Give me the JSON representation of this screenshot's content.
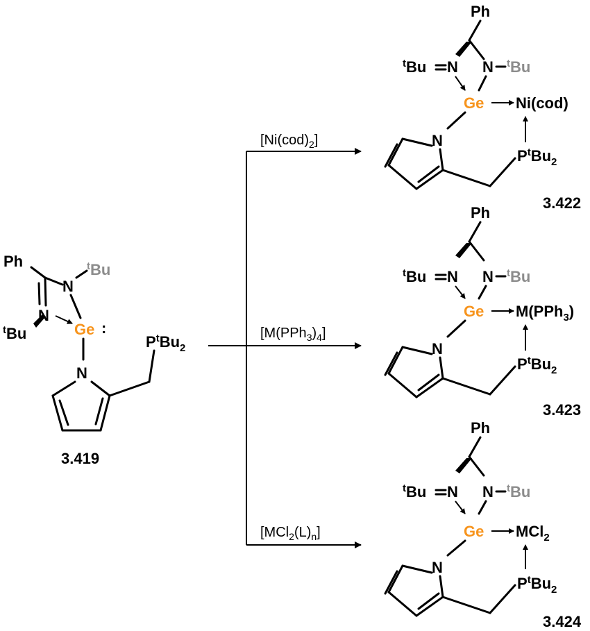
{
  "colors": {
    "germanium": "#f7941d",
    "tBu_gray": "#8c8c8c",
    "bonds": "#000000",
    "background": "#ffffff"
  },
  "reactant": {
    "label": "3.419",
    "Ph": "Ph",
    "N1": "N",
    "N2": "N",
    "tBu_sup": "t",
    "tBu_base": "Bu",
    "Ge": "Ge",
    "lone_pair": ":",
    "P": "P",
    "P_tBu2_sup": "t",
    "P_tBu2_base": "Bu",
    "P_tBu2_sub": "2",
    "pyrrole_N": "N"
  },
  "conditions": [
    {
      "pre": "[Ni(cod)",
      "sub": "2",
      "post": "]"
    },
    {
      "pre": "[M(PPh",
      "sub": "3",
      "mid": ")",
      "sub2": "4",
      "post": "]"
    },
    {
      "pre": "[MCl",
      "sub": "2",
      "mid": "(L)",
      "sub2": "n",
      "post": "]"
    }
  ],
  "products": [
    {
      "label": "3.422",
      "metal": "Ni(cod)"
    },
    {
      "label": "3.423",
      "metal_pre": "M(PPh",
      "metal_sub": "3",
      "metal_post": ")"
    },
    {
      "label": "3.424",
      "metal_pre": "MCl",
      "metal_sub": "2"
    }
  ],
  "common": {
    "Ph": "Ph",
    "N": "N",
    "t": "t",
    "Bu": "Bu",
    "Ge": "Ge",
    "P": "P",
    "two": "2"
  }
}
